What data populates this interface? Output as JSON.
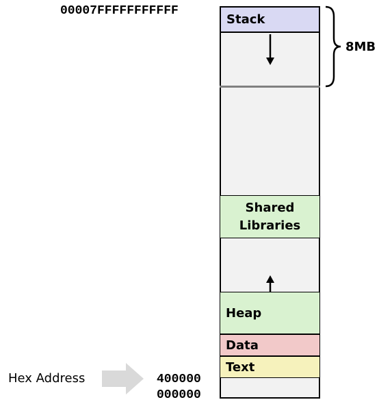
{
  "addresses": {
    "top": "00007FFFFFFFFFFF",
    "text_start": "400000",
    "zero": "000000"
  },
  "segments": {
    "stack": "Stack",
    "shared_libraries_line1": "Shared",
    "shared_libraries_line2": "Libraries",
    "heap": "Heap",
    "data": "Data",
    "text": "Text"
  },
  "annotations": {
    "stack_size": "8MB",
    "hex_address": "Hex Address"
  },
  "colors": {
    "stack": "#d9d9f3",
    "shared_libraries": "#d9f2d0",
    "heap": "#d9f2d0",
    "data": "#f2c9c9",
    "text": "#f6f2bc",
    "empty": "#f2f2f2",
    "arrow_gray": "#d9d9d9"
  }
}
